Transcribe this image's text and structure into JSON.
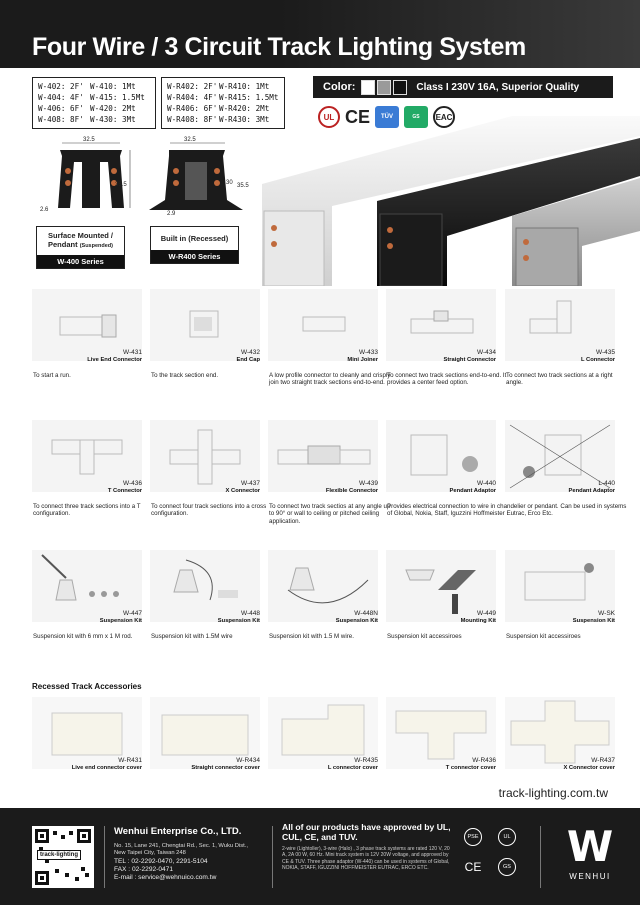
{
  "header": {
    "title": "Four Wire / 3 Circuit Track Lighting System"
  },
  "spec_w400": [
    [
      "W-402: 2F'",
      "W-410: 1Mt"
    ],
    [
      "W-404: 4F'",
      "W-415: 1.5Mt"
    ],
    [
      "W-406: 6F'",
      "W-420: 2Mt"
    ],
    [
      "W-408: 8F'",
      "W-430: 3Mt"
    ]
  ],
  "spec_wr400": [
    [
      "W-R402: 2F'",
      "W-R410: 1Mt"
    ],
    [
      "W-R404: 4F'",
      "W-R415: 1.5Mt"
    ],
    [
      "W-R406: 6F'",
      "W-R420: 2Mt"
    ],
    [
      "W-R408: 8F'",
      "W-R430: 3Mt"
    ]
  ],
  "profiles": {
    "surface": {
      "width": "32.5",
      "height": "35.5",
      "edge": "2.6",
      "name": "Surface Mounted / Pendant",
      "name_sub": "(Suspended)",
      "series": "W-400 Series"
    },
    "recessed": {
      "width": "32.5",
      "height_inner": "30",
      "height": "35.5",
      "edge": "2.9",
      "name": "Built in (Recessed)",
      "series": "W-R400 Series"
    }
  },
  "colorbar": {
    "label": "Color:",
    "swatches": [
      "#ffffff",
      "#9a9a9a",
      "#111111"
    ],
    "spec": "Class I 230V 16A, Superior Quality"
  },
  "certs": [
    "UL",
    "CE",
    "TÜV",
    "GS",
    "EAC"
  ],
  "products": [
    {
      "code": "W-431",
      "name": "Live End Connector",
      "desc": "To start a run."
    },
    {
      "code": "W-432",
      "name": "End Cap",
      "desc": "To the track section end."
    },
    {
      "code": "W-433",
      "name": "Mini Joiner",
      "desc": "A low profile connector to cleanly and crisply join two straight track sections end-to-end."
    },
    {
      "code": "W-434",
      "name": "Straight Connector",
      "desc": "To connect two track sections end-to-end. It provides a center feed option."
    },
    {
      "code": "W-435",
      "name": "L Connector",
      "desc": "To connect two track sections at a right angle."
    },
    {
      "code": "W-436",
      "name": "T Connector",
      "desc": "To connect three track sections into a T configuration."
    },
    {
      "code": "W-437",
      "name": "X Connector",
      "desc": "To connect four track sections into a cross configuration."
    },
    {
      "code": "W-439",
      "name": "Flexible Connector",
      "desc": "To connect two track sectios at any angle up to 90° or wall to ceiling or pitched ceiling application."
    },
    {
      "code": "W-440",
      "name": "Pendant Adaptor",
      "desc": "Provides electrical connection to wire in chandelier or pendant. Can be used in systems of Global, Nokia, Staff, Iguzzini Hoffmeister Eutrac, Erco Etc."
    },
    {
      "code": "L-440",
      "name": "Pendant Adaptor",
      "desc": ""
    },
    {
      "code": "W-447",
      "name": "Suspension Kit",
      "desc": "Suspension kit with 6 mm x 1 M rod."
    },
    {
      "code": "W-448",
      "name": "Suspension Kit",
      "desc": "Suspension kit with 1.5M wire"
    },
    {
      "code": "W-448N",
      "name": "Suspension Kit",
      "desc": "Suspension kit with 1.5 M wire."
    },
    {
      "code": "W-449",
      "name": "Mounting Kit",
      "desc": "Suspension kit accessiroes"
    },
    {
      "code": "W-SK",
      "name": "Suspension Kit",
      "desc": "Suspension kit accessiroes"
    }
  ],
  "recessed_title": "Recessed Track Accessories",
  "recessed_items": [
    {
      "code": "W-R431",
      "name": "Live end connector cover"
    },
    {
      "code": "W-R434",
      "name": "Straight connector cover"
    },
    {
      "code": "W-R435",
      "name": "L connector cover"
    },
    {
      "code": "W-R436",
      "name": "T connector cover"
    },
    {
      "code": "W-R437",
      "name": "X Connector cover"
    }
  ],
  "website": "track-lighting.com.tw",
  "footer": {
    "qr_label": "track-lighting",
    "company": "Wenhui Enterprise Co., LTD.",
    "address1": "No. 15, Lane 241, Chengtai Rd., Sec. 1, Wuku Dist.,",
    "address2": "New Taipei City, Taiwan 248",
    "tel": "TEL : 02-2292-0470, 2291-5104",
    "fax": "FAX : 02-2292-0471",
    "email": "E-mail : service@wehnuico.com.tw",
    "approval": "All of our products have approved by UL, CUL, CE, and TUV.",
    "approval_small": "2-wire (Lightoller), 3-wire (Halo) , 3 phase track systems are rated 120 V, 20 A, 2A 00 W, 60 Hz. Mini track system is 12V 20W voltage, and approved by CE & TUV. Three phase adaptor (W-440) can be used in systems of Global, NOKIA, STAFF, IGUZZINI HOFFMEISTER EUTRAC, ERCO ETC.",
    "brand": "WENHUI",
    "cert_marks": [
      "PSE",
      "UL",
      "CE",
      "GS"
    ]
  }
}
